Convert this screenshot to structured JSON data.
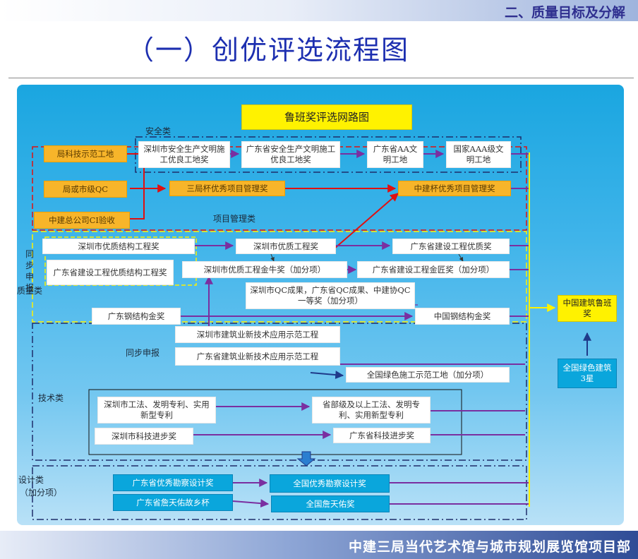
{
  "header": {
    "section": "二、质量目标及分解",
    "title": "（一）创优评选流程图"
  },
  "footer": {
    "text": "中建三局当代艺术馆与城市规划展览馆项目部"
  },
  "diagram": {
    "main_title": "鲁班奖评选网路图",
    "groups": {
      "safety": "安全类",
      "project_mgmt": "项目管理类",
      "sync_report_1": "同步申报",
      "quality": "质量类",
      "sync_report_2": "同步申报",
      "technology": "技术类",
      "design": "设计类",
      "design_extra": "（加分项）"
    },
    "nodes": {
      "bureau_demo": "局科技示范工地",
      "bureau_qc": "局或市级QC",
      "cscec_ci": "中建总公司CI验收",
      "sz_safety": "深圳市安全生产文明施工优良工地奖",
      "gd_safety": "广东省安全生产文明施工优良工地奖",
      "gd_aa": "广东省AA文明工地",
      "national_aaa": "国家AAA级文明工地",
      "bureau3_cup": "三局杯优秀项目管理奖",
      "cscec_cup": "中建杯优秀项目管理奖",
      "sz_structure": "深圳市优质结构工程奖",
      "gd_structure": "广东省建设工程优质结构工程奖",
      "sz_quality": "深圳市优质工程奖",
      "gd_quality": "广东省建设工程优质奖",
      "sz_golden_ox": "深圳市优质工程金牛奖（加分项）",
      "gd_golden": "广东省建设工程金匠奖（加分项）",
      "qc_results": "深圳市QC成果，广东省QC成果、中建协QC一等奖（加分项）",
      "gd_steel": "广东钢结构金奖",
      "cn_steel": "中国钢结构金奖",
      "luban": "中国建筑鲁班奖",
      "green3": "全国绿色建筑3星",
      "sz_newtech": "深圳市建筑业新技术应用示范工程",
      "gd_newtech": "广东省建筑业新技术应用示范工程",
      "green_site": "全国绿色施工示范工地（加分项）",
      "sz_patent": "深圳市工法、发明专利、实用新型专利",
      "prov_patent": "省部级及以上工法、发明专利、实用新型专利",
      "sz_sci": "深圳市科技进步奖",
      "gd_sci": "广东省科技进步奖",
      "gd_survey": "广东省优秀勘察设计奖",
      "nat_survey": "全国优秀勘察设计奖",
      "gd_zhan": "广东省詹天佑故乡杯",
      "nat_zhan": "全国詹天佑奖"
    }
  }
}
